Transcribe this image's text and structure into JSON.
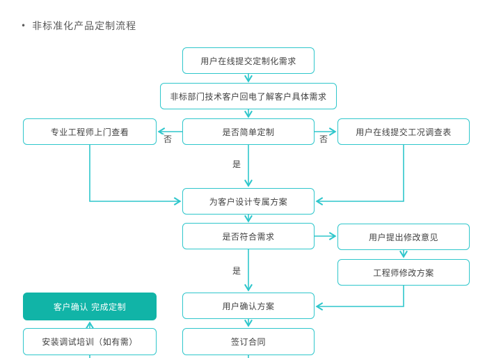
{
  "title": "非标准化产品定制流程",
  "bullet": "•",
  "colors": {
    "accent_border": "#2ec6cb",
    "connector": "#2ec6cb",
    "filled_node_bg": "#11b4a7",
    "filled_node_text": "#ffffff",
    "node_text": "#3f3f3f",
    "title_text": "#5a5a5a",
    "background": "#ffffff"
  },
  "nodes": [
    {
      "id": "submit-demand",
      "label": "用户在线提交定制化需求"
    },
    {
      "id": "callback-understand",
      "label": "非标部门技术客户回电了解客户具体需求"
    },
    {
      "id": "engineer-visit",
      "label": "专业工程师上门查看"
    },
    {
      "id": "simple-custom-decision",
      "label": "是否简单定制"
    },
    {
      "id": "survey-form",
      "label": "用户在线提交工况调查表"
    },
    {
      "id": "design-plan",
      "label": "为客户设计专属方案"
    },
    {
      "id": "meet-requirement-decision",
      "label": "是否符合需求"
    },
    {
      "id": "modify-opinion",
      "label": "用户提出修改意见"
    },
    {
      "id": "engineer-modify",
      "label": "工程师修改方案"
    },
    {
      "id": "confirm-plan",
      "label": "用户确认方案"
    },
    {
      "id": "sign-contract",
      "label": "签订合同"
    },
    {
      "id": "confirm-complete",
      "label": "客户确认 完成定制"
    },
    {
      "id": "install-training",
      "label": "安装调试培训（如有需）"
    }
  ],
  "edge_labels": {
    "no_left": "否",
    "no_right": "否",
    "yes_upper": "是",
    "yes_lower": "是"
  },
  "edges": [
    {
      "from": "submit-demand",
      "to": "callback-understand",
      "label": ""
    },
    {
      "from": "callback-understand",
      "to": "simple-custom-decision",
      "label": ""
    },
    {
      "from": "simple-custom-decision",
      "to": "engineer-visit",
      "label": "否"
    },
    {
      "from": "simple-custom-decision",
      "to": "survey-form",
      "label": "否"
    },
    {
      "from": "simple-custom-decision",
      "to": "design-plan",
      "label": "是"
    },
    {
      "from": "engineer-visit",
      "to": "design-plan",
      "label": ""
    },
    {
      "from": "survey-form",
      "to": "design-plan",
      "label": ""
    },
    {
      "from": "design-plan",
      "to": "meet-requirement-decision",
      "label": ""
    },
    {
      "from": "meet-requirement-decision",
      "to": "modify-opinion",
      "label": ""
    },
    {
      "from": "meet-requirement-decision",
      "to": "confirm-plan",
      "label": "是"
    },
    {
      "from": "modify-opinion",
      "to": "engineer-modify",
      "label": ""
    },
    {
      "from": "engineer-modify",
      "to": "confirm-plan",
      "label": ""
    },
    {
      "from": "confirm-plan",
      "to": "sign-contract",
      "label": ""
    },
    {
      "from": "install-training",
      "to": "confirm-complete",
      "label": ""
    }
  ]
}
